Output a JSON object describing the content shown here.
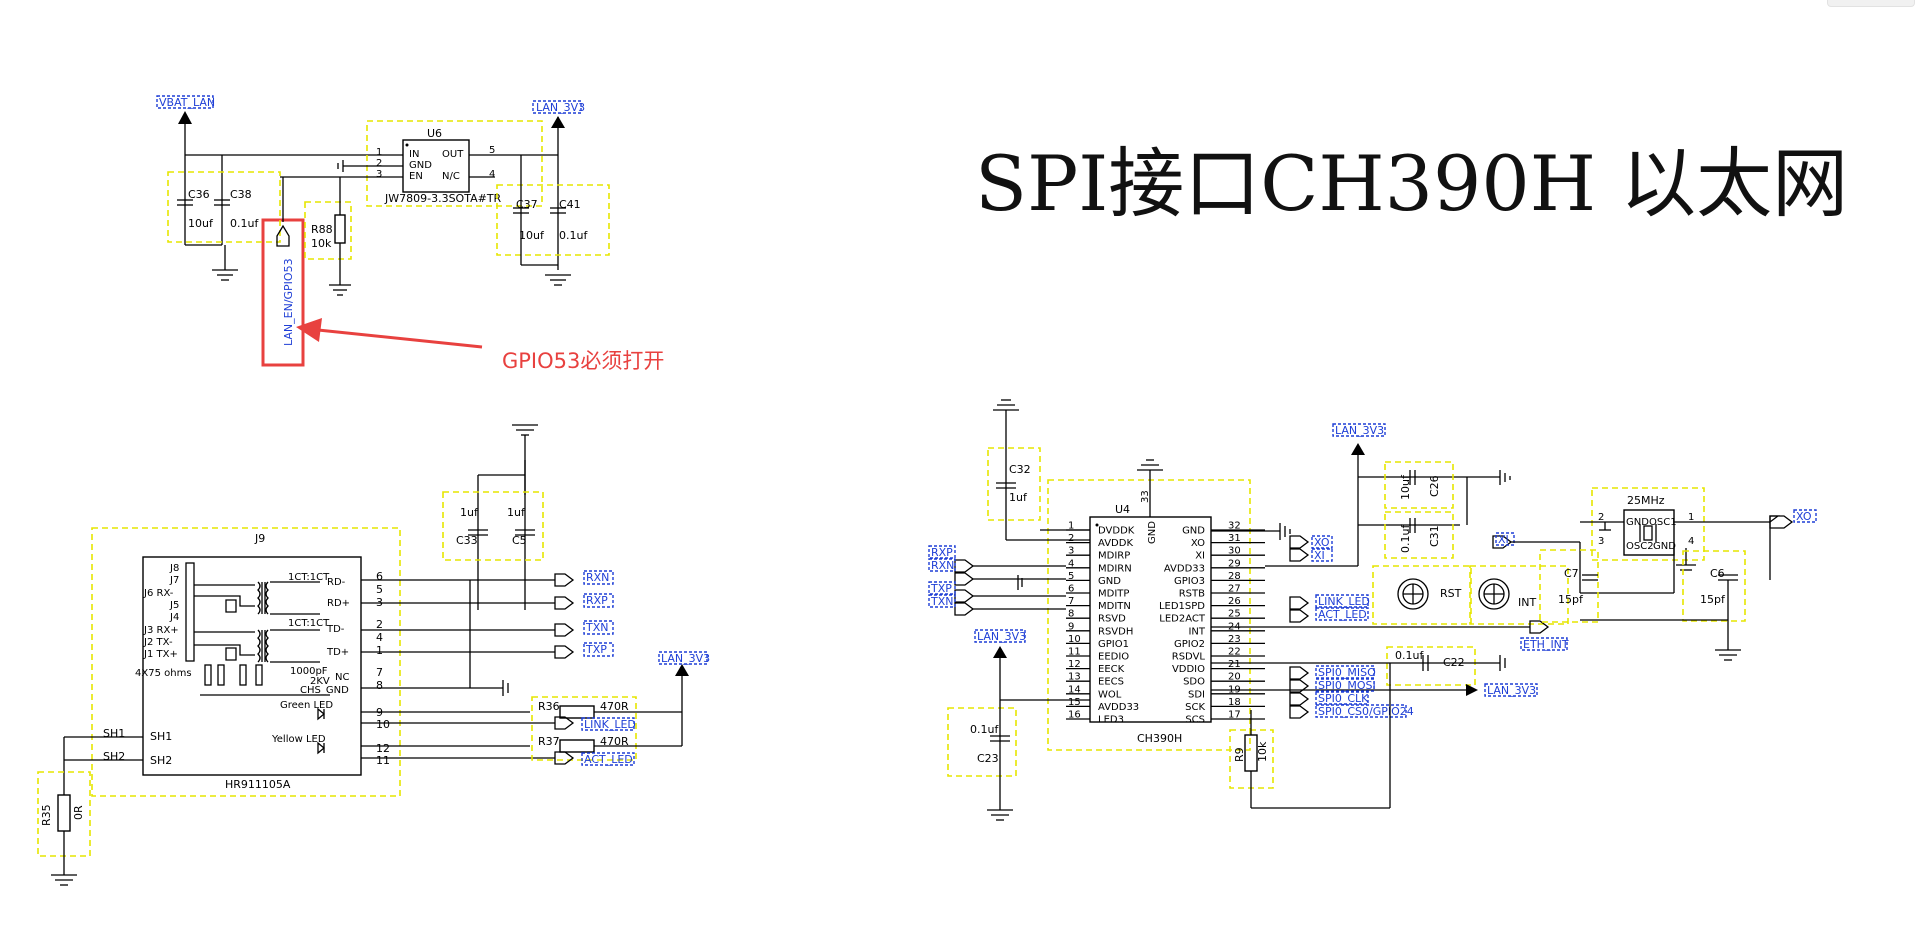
{
  "title": "SPI接口CH390H 以太网",
  "annotation": "GPIO53必须打开",
  "colors": {
    "highlight_box": "#e6e600",
    "net_label": "#1f3fd6",
    "annotation": "#e8413f",
    "title": "#111111"
  },
  "power_nets": {
    "vbat_lan": "VBAT_LAN",
    "lan_3v3": "LAN_3V3"
  },
  "ldo": {
    "ref": "U6",
    "part": "JW7809-3.3SOTA#TR",
    "pins_left": [
      "1",
      "2",
      "3"
    ],
    "names_left": [
      "IN",
      "GND",
      "EN"
    ],
    "pins_right": [
      "5",
      "4"
    ],
    "names_right": [
      "OUT",
      "N/C"
    ],
    "enable_net": "LAN_EN/GPIO53"
  },
  "ldo_parts": {
    "c36": "C36",
    "c36v": "10uf",
    "c38": "C38",
    "c38v": "0.1uf",
    "r88": "R88",
    "r88v": "10k",
    "c37": "C37",
    "c37v": "10uf",
    "c41": "C41",
    "c41v": "0.1uf"
  },
  "jack": {
    "ref": "J9",
    "part": "HR911105A",
    "left_pins": [
      "J8",
      "J7",
      "J6 RX-",
      "J5",
      "J4",
      "J3 RX+",
      "J2 TX-",
      "J1 TX+"
    ],
    "xfmr": "1CT:1CT",
    "right_names": [
      "RD-",
      "RD+",
      "TD-",
      "TD+",
      "NC",
      "CHS_GND"
    ],
    "right_nums": [
      "6",
      "5",
      "3",
      "2",
      "4",
      "1",
      "7",
      "8"
    ],
    "ohms": "4X75 ohms",
    "cap": "1000pF",
    "cap_v": "2KV",
    "green_led": "Green LED",
    "yellow_led": "Yellow LED",
    "led_nums": [
      "9",
      "10",
      "12",
      "11"
    ],
    "sh": [
      "SH1",
      "SH2"
    ]
  },
  "jack_parts": {
    "c33": "C33",
    "c33v": "1uf",
    "c5": "C5",
    "c5v": "1uf",
    "r36": "R36",
    "r36v": "470R",
    "r37": "R37",
    "r37v": "470R",
    "r35": "R35",
    "r35v": "0R"
  },
  "nets": {
    "rxn": "RXN",
    "rxp": "RXP",
    "txn": "TXN",
    "txp": "TXP",
    "link_led": "LINK_LED",
    "act_led": "ACT_LED",
    "xo": "XO",
    "xi": "XI",
    "eth_int": "ETH_INT",
    "spi_miso": "SPI0_MISO",
    "spi_mosi": "SPI0_MOSI",
    "spi_clk": "SPI0_CLK",
    "spi_cs": "SPI0_CS0/GPIO24"
  },
  "ch390": {
    "ref": "U4",
    "part": "CH390H",
    "gnd_pin_num": "33",
    "gnd_pin": "GND",
    "left_nums": [
      "1",
      "2",
      "3",
      "4",
      "5",
      "6",
      "7",
      "8",
      "9",
      "10",
      "11",
      "12",
      "13",
      "14",
      "15",
      "16"
    ],
    "left_names": [
      "DVDDK",
      "AVDDK",
      "MDIRP",
      "MDIRN",
      "GND",
      "MDITP",
      "MDITN",
      "RSVD",
      "RSVDH",
      "GPIO1",
      "EEDIO",
      "EECK",
      "EECS",
      "WOL",
      "AVDD33",
      "LED3"
    ],
    "right_nums": [
      "32",
      "31",
      "30",
      "29",
      "28",
      "27",
      "26",
      "25",
      "24",
      "23",
      "22",
      "21",
      "20",
      "19",
      "18",
      "17"
    ],
    "right_names": [
      "GND",
      "XO",
      "XI",
      "AVDD33",
      "GPIO3",
      "RSTB",
      "LED1SPD",
      "LED2ACT",
      "INT",
      "GPIO2",
      "RSDVL",
      "VDDIO",
      "SDO",
      "SDI",
      "SCK",
      "SCS"
    ]
  },
  "ch390_parts": {
    "c32": "C32",
    "c32v": "1uf",
    "c23": "C23",
    "c23v": "0.1uf",
    "c26": "C26",
    "c26v": "10uf",
    "c31": "C31",
    "c31v": "0.1uf",
    "c22": "C22",
    "c22v": "0.1uf",
    "r9": "R9",
    "r9v": "10k",
    "c7": "C7",
    "c7v": "15pf",
    "c6": "C6",
    "c6v": "15pf"
  },
  "crystal": {
    "freq": "25MHz",
    "pins": [
      "2",
      "1",
      "3",
      "4"
    ],
    "labels": [
      "GND",
      "OSC1",
      "OSC2",
      "GND"
    ]
  },
  "buttons": {
    "rst": "RST",
    "int": "INT"
  }
}
